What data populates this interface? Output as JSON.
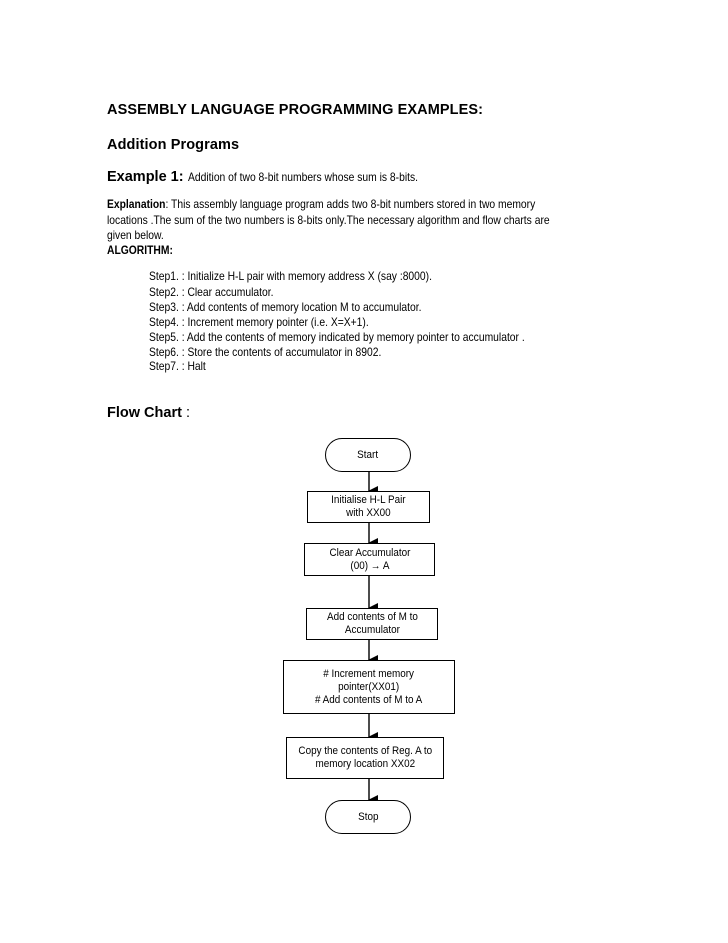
{
  "title": "ASSEMBLY LANGUAGE PROGRAMMING EXAMPLES:",
  "section": "Addition Programs",
  "example": {
    "label": "Example 1:",
    "text": "Addition of two 8-bit numbers whose sum is  8-bits."
  },
  "explanation": {
    "label": "Explanation",
    "line1": ": This assembly language program adds two 8-bit numbers stored in two memory",
    "line2": "locations .The sum of the two numbers is 8-bits only.The necessary algorithm and flow charts are",
    "line3": "given below."
  },
  "algorithm_label": "ALGORITHM:",
  "steps": [
    "Step1. : Initialize H-L pair with memory address X (say :8000).",
    "Step2. : Clear accumulator.",
    "Step3. : Add contents of memory location  M to accumulator.",
    "Step4. : Increment memory pointer (i.e. X=X+1).",
    "Step5. : Add the contents of memory indicated by memory pointer to accumulator .",
    "Step6. : Store the contents of accumulator in  8902.",
    "Step7. : Halt"
  ],
  "flowchart": {
    "label": "Flow Chart",
    "colon": " :",
    "nodes": [
      {
        "id": "start",
        "text": "Start"
      },
      {
        "id": "init",
        "text": "Initialise H-L Pair\nwith XX00"
      },
      {
        "id": "clear",
        "text": "Clear Accumulator\n(00) → A"
      },
      {
        "id": "add",
        "text": "Add contents of M to\nAccumulator"
      },
      {
        "id": "incr",
        "text": "# Increment memory\npointer(XX01)\n# Add contents of M to A"
      },
      {
        "id": "copy",
        "text": "Copy the contents of Reg. A to\nmemory location XX02"
      },
      {
        "id": "stop",
        "text": "Stop"
      }
    ]
  }
}
